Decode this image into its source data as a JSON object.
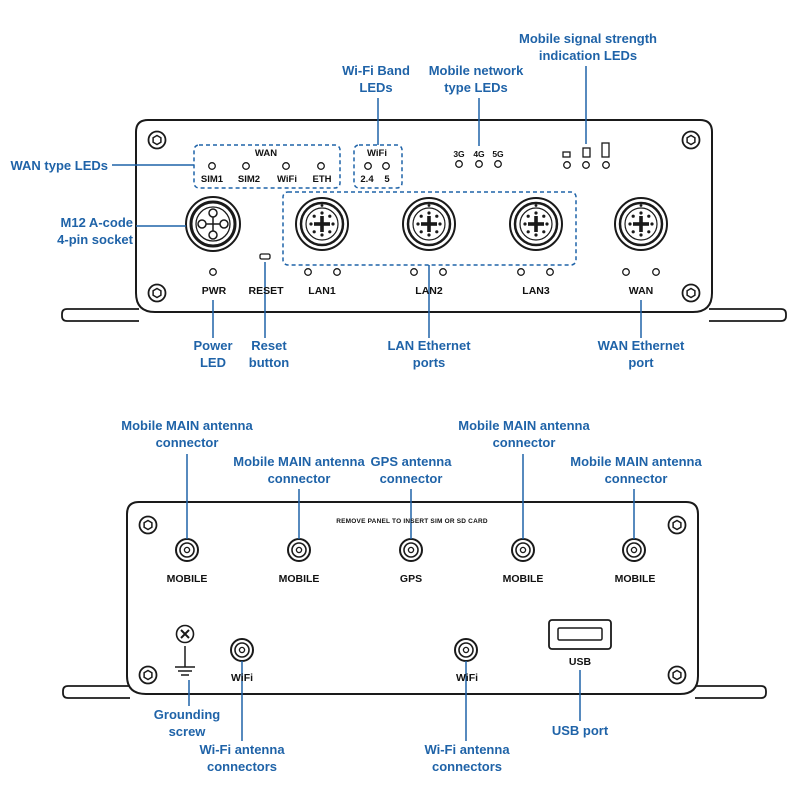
{
  "front_panel": {
    "callouts": {
      "wan_type_leds": "WAN type LEDs",
      "m12_socket_line1": "M12 A-code",
      "m12_socket_line2": "4-pin socket",
      "wifi_band_line1": "Wi-Fi Band",
      "wifi_band_line2": "LEDs",
      "mobile_network_line1": "Mobile network",
      "mobile_network_line2": "type LEDs",
      "signal_strength_line1": "Mobile signal strength",
      "signal_strength_line2": "indication LEDs",
      "power_led_line1": "Power",
      "power_led_line2": "LED",
      "reset_line1": "Reset",
      "reset_line2": "button",
      "lan_ports_line1": "LAN Ethernet",
      "lan_ports_line2": "ports",
      "wan_port_line1": "WAN Ethernet",
      "wan_port_line2": "port"
    },
    "labels": {
      "wan_title": "WAN",
      "sim1": "SIM1",
      "sim2": "SIM2",
      "wifi": "WiFi",
      "eth": "ETH",
      "wifi_title": "WiFi",
      "band_24": "2.4",
      "band_5": "5",
      "net_3g": "3G",
      "net_4g": "4G",
      "net_5g": "5G",
      "pwr": "PWR",
      "reset": "RESET",
      "lan1": "LAN1",
      "lan2": "LAN2",
      "lan3": "LAN3",
      "wan_port": "WAN"
    }
  },
  "back_panel": {
    "callouts": {
      "antenna_1_line1": "Mobile MAIN antenna",
      "antenna_1_line2": "connector",
      "antenna_2_line1": "Mobile MAIN antenna",
      "antenna_2_line2": "connector",
      "gps_line1": "GPS antenna",
      "gps_line2": "connector",
      "antenna_4_line1": "Mobile MAIN antenna",
      "antenna_4_line2": "connector",
      "antenna_5_line1": "Mobile MAIN antenna",
      "antenna_5_line2": "connector",
      "grounding_line1": "Grounding",
      "grounding_line2": "screw",
      "wifi_ant_1_line1": "Wi-Fi antenna",
      "wifi_ant_1_line2": "connectors",
      "wifi_ant_2_line1": "Wi-Fi antenna",
      "wifi_ant_2_line2": "connectors",
      "usb_port": "USB port"
    },
    "labels": {
      "panel_note": "REMOVE PANEL TO INSERT SIM OR SD CARD",
      "mobile_1": "MOBILE",
      "mobile_2": "MOBILE",
      "gps": "GPS",
      "mobile_4": "MOBILE",
      "mobile_5": "MOBILE",
      "wifi_1": "WiFi",
      "wifi_2": "WiFi",
      "usb": "USB"
    }
  },
  "colors": {
    "callout_blue": "#1f63a8",
    "outline": "#1a1a1a",
    "dashed_box": "#1f63a8"
  }
}
